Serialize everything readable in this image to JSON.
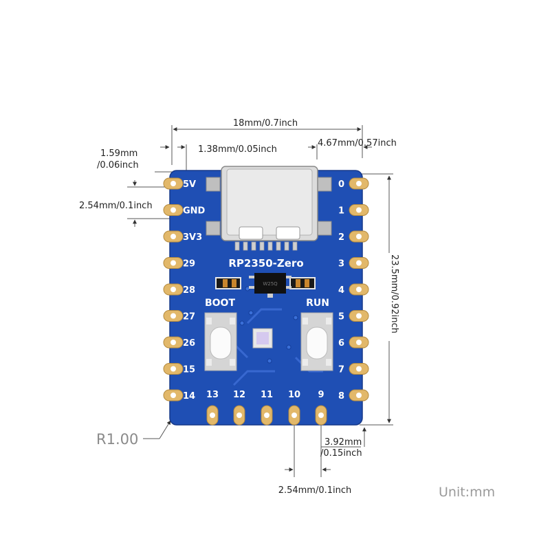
{
  "board": {
    "name": "RP2350-Zero",
    "button_boot": "BOOT",
    "button_run": "RUN",
    "pins_left": [
      "5V",
      "GND",
      "3V3",
      "29",
      "28",
      "27",
      "26",
      "15",
      "14"
    ],
    "pins_right": [
      "0",
      "1",
      "2",
      "3",
      "4",
      "5",
      "6",
      "7",
      "8"
    ],
    "pins_bottom": [
      "13",
      "12",
      "11",
      "10",
      "9"
    ],
    "chip_marking": "W25Q",
    "colors": {
      "pcb": "#1f4fb4",
      "pad": "#e2b86a",
      "silk": "#ffffff"
    }
  },
  "dimensions": {
    "width": "18mm/0.7inch",
    "left_edge_to_usb": "1.38mm/0.05inch",
    "right_offset": "4.67mm/0.57inch",
    "top_margin_line1": "1.59mm",
    "top_margin_line2": "/0.06inch",
    "pin_pitch_left": "2.54mm/0.1inch",
    "height": "23.5mm/0.92inch",
    "bottom_offset_line1": "3.92mm",
    "bottom_offset_line2": "/0.15inch",
    "pin_pitch_bottom": "2.54mm/0.1inch"
  },
  "revision": "R1.00",
  "unit_label": "Unit:mm"
}
